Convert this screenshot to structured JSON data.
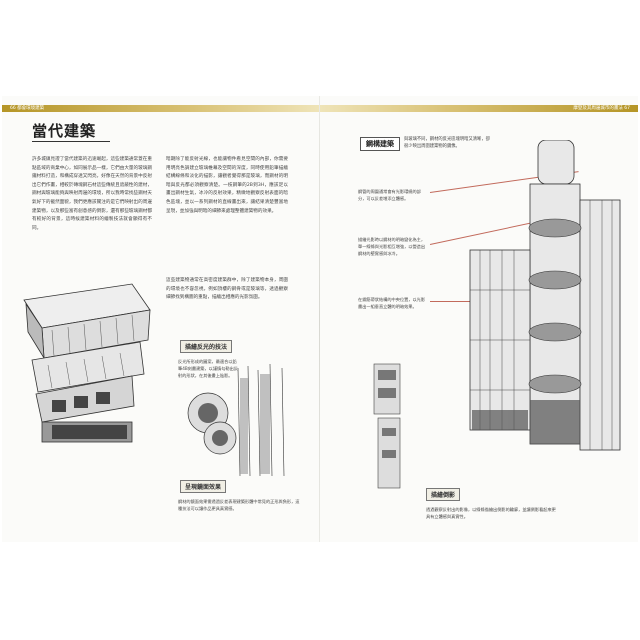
{
  "left_page": {
    "header": "66  都會環境建築",
    "title": "當代建築",
    "col1_text": "許多城鎮見證了當代建築的迅速崛起，這些建築通常蓋在重點區域的商業中心，如同展示品一樣，它們由大量的玻璃鋼鐵材料打造，和構成穿透又閃亮，好像在天然的背景中反射出它們作畫，相較於磚塊鋼石材這些傳統且遮蔽性的建材，鋼材與玻璃能夠與映射周邊的環境，所以我時常找些鋼材天氣好下的截然面貌，我們更應該關注的是它們映射出的周邊建築物，以及那些富有創意感的倒影，還有那些玻璃鋼材都有較好的背景，這時候建築材料的繪製技法就會顯得有不同。",
    "col2_text": "暗期除了能反射光線，也能讓物件看見空間的內部，你需要用明亮色調建立玻璃帷幕及空間的深度，同時使用鉛筆描繪結構線條和淡化的描影，讓觀者覺得那是玻璃，而鋼材的明暗與反光都必須觀察清楚。一枝鋼筆的2B到3H，應該足以畫出鋼材生氣，冰冷的反射效果，精緻地觀察反射表面的暗色區塊，並以一系列鋼材的直線畫出來，讓結果清楚豐富地呈現，並加強與明暗的細節來處理整體建築物的效果。",
    "col2b_text": "這些建築物通常在高密度建築群中，除了建築物本身，周圍的環境也不容忽視，例如頂樓的鋼骨或是玻璃等，透過觀察細節找到構圖的重點，描繪出相應的光影氛圍。",
    "tip1_title": "描繪反光的技法",
    "tip1_text": "反光所形成的圖案，最適合以鉛筆4B刻畫建築，以謹慎勾勒出反射的形狀，在其後畫上陰影。",
    "tip2_title": "呈現鏡面效果",
    "tip2_text": "鋼材的鏡面效果需透過反差表現建築形體中常見的正形與負形，這種技法可以讓作品更具真實感。"
  },
  "right_page": {
    "header": "摩登及其周邊城市的畫法  67",
    "section_title": "鋼構建築",
    "intro": "與玻璃不同，鋼材的反光區塊明暗又清晰，卻很少映出周圍建築物的鏡像。",
    "note1": "鋼管的周圍通常會有光影環繞的部分，可以反差增添立體感。",
    "note2": "描繪光影時以鋼材的明暗變化為主，單一線條與光影相互增強，以營造出鋼材的堅實感與冰冷。",
    "note3": "在鋼筋帶狀結構的中央位置，以光影畫出一組垂直立體的明暗效果。",
    "tip_title": "描繪倒影",
    "tip_text": "透過觀察反射出的影像，以線條描繪出倒影的輪廓，並讓倒影看起來更具有立體感與真實性。"
  }
}
